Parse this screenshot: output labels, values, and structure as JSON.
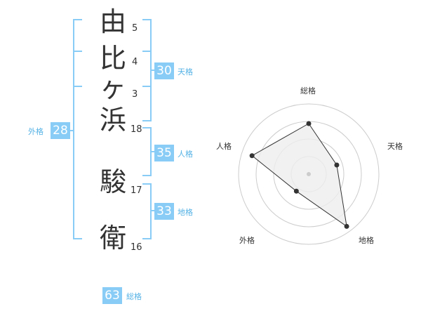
{
  "name_characters": [
    {
      "char": "由",
      "strokes": "5"
    },
    {
      "char": "比",
      "strokes": "4"
    },
    {
      "char": "ヶ",
      "strokes": "3"
    },
    {
      "char": "浜",
      "strokes": "18"
    },
    {
      "char": "駿",
      "strokes": "17"
    },
    {
      "char": "衛",
      "strokes": "16"
    }
  ],
  "kakusu": {
    "tenkaku": {
      "value": "30",
      "label": "天格"
    },
    "jinkaku": {
      "value": "35",
      "label": "人格"
    },
    "chikaku": {
      "value": "33",
      "label": "地格"
    },
    "gaikaku": {
      "value": "28",
      "label": "外格"
    },
    "soukaku": {
      "value": "63",
      "label": "総格"
    }
  },
  "chart_data": {
    "type": "radar",
    "axes": [
      "総格",
      "天格",
      "地格",
      "外格",
      "人格"
    ],
    "values": [
      0.72,
      0.42,
      0.92,
      0.3,
      0.85
    ],
    "max": 1,
    "rings": 4
  },
  "colors": {
    "accent": "#89cdf7",
    "accent_text": "#55b2e5",
    "text": "#333333",
    "ring": "#cccccc",
    "fill": "#eeeeee"
  }
}
